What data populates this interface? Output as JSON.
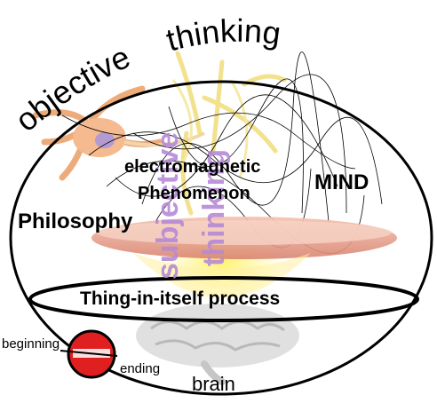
{
  "arc_title": {
    "objective": "objective",
    "thinking": "thinking"
  },
  "labels": {
    "electromagnetic": "electromagnetic",
    "phenomenon": "Phenomenon",
    "mind": "MIND",
    "philosophy": "Philosophy",
    "subjective": "subjective",
    "subjective_thinking": "thinking",
    "thing_in_itself": "Thing-in-itself process",
    "beginning": "beginning",
    "ending": "ending",
    "brain": "brain"
  },
  "colors": {
    "outline": "#000000",
    "neuron": "#f2a36a",
    "neuron_dark": "#c96a2e",
    "dendrites_yellow": "#f0dc7a",
    "dish": "#e8a08a",
    "glow_yellow": "#fff36a",
    "subjective_purple": "#b58ad6",
    "brain_gray": "#cfcfcf",
    "no_sign_red": "#e02020"
  },
  "icons": {
    "neuron": "neuron-illustration",
    "brain": "brain-illustration",
    "no_sign": "prohibition-sign-icon"
  }
}
